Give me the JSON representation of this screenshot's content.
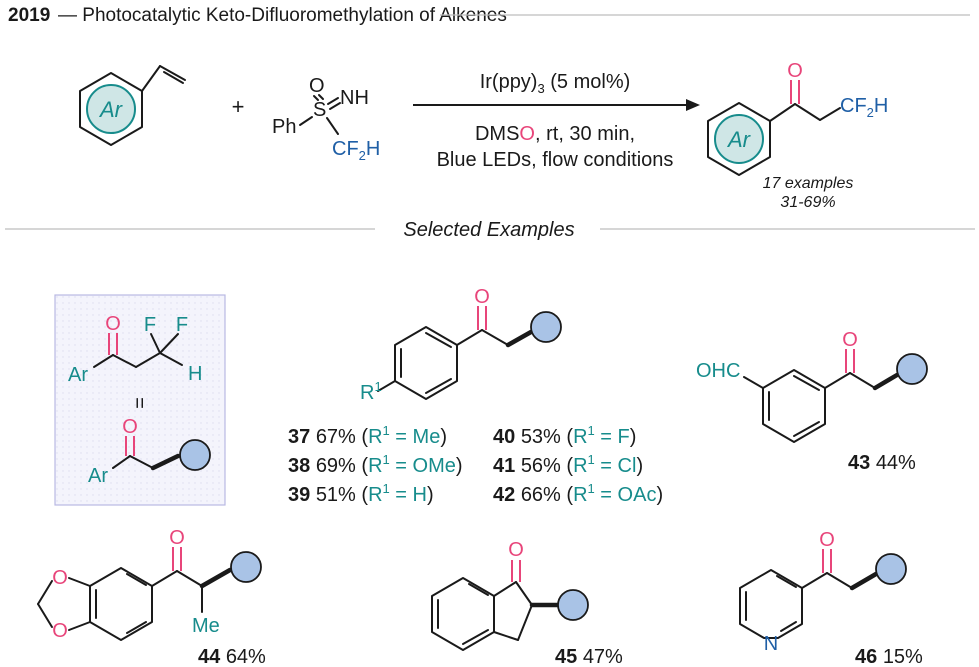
{
  "header": {
    "year": "2019",
    "title": "— Photocatalytic Keto-Difluoromethylation of Alkenes"
  },
  "reaction": {
    "plus": "+",
    "catalyst": "Ir(ppy)",
    "catalyst_sub": "3",
    "catalyst_load": " (5 mol%)",
    "cond_dms": "DMS",
    "cond_o": "O",
    "cond_rest": ", rt, 30 min,",
    "cond_line2": "Blue LEDs, flow conditions",
    "examples": "17 examples",
    "yield_range": "31-69%"
  },
  "reagents": {
    "ar": "Ar",
    "ph": "Ph",
    "s": "S",
    "o": "O",
    "nh": "NH",
    "cf2h_cf": "CF",
    "cf2h_sub": "2",
    "cf2h_h": "H"
  },
  "section_title": "Selected Examples",
  "legend": {
    "ar": "Ar",
    "f1": "F",
    "f2": "F",
    "h": "H",
    "eq": "=",
    "o": "O"
  },
  "compound_labels": {
    "r1": "R",
    "r1_sup": "1",
    "cho": "OHC",
    "me": "Me",
    "n": "N"
  },
  "results_37_42": [
    {
      "id": "37",
      "yield": "67%",
      "r": "Me"
    },
    {
      "id": "38",
      "yield": "69%",
      "r": "OMe"
    },
    {
      "id": "39",
      "yield": "51%",
      "r": "H"
    },
    {
      "id": "40",
      "yield": "53%",
      "r": "F"
    },
    {
      "id": "41",
      "yield": "56%",
      "r": "Cl"
    },
    {
      "id": "42",
      "yield": "66%",
      "r": "OAc"
    }
  ],
  "results_single": [
    {
      "id": "43",
      "yield": "44%"
    },
    {
      "id": "44",
      "yield": "64%"
    },
    {
      "id": "45",
      "yield": "47%"
    },
    {
      "id": "46",
      "yield": "15%"
    }
  ],
  "colors": {
    "teal": "#178c8c",
    "pink": "#e8457a",
    "blue": "#1f5fa6",
    "circle_fill": "#a9c3e6",
    "legend_bg": "#f2f2fb"
  }
}
